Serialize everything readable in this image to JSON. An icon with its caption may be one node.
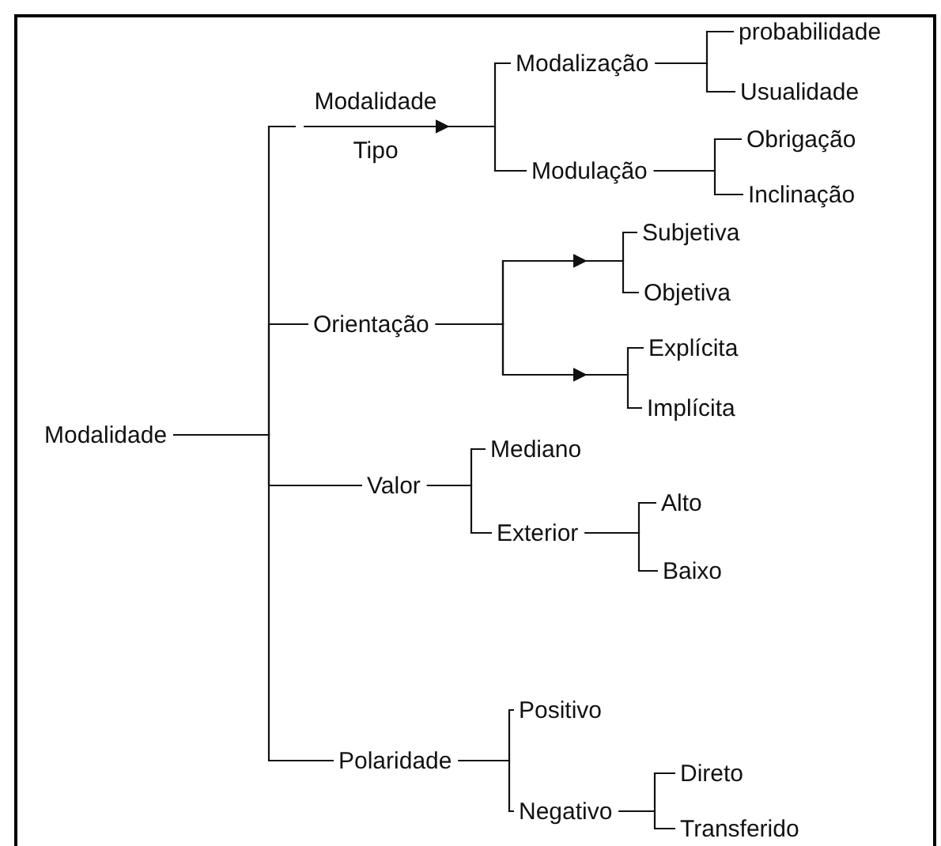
{
  "diagram": {
    "nodes": [
      {
        "text": [
          "Modalidade"
        ]
      },
      {
        "text": [
          "Modalidade",
          "Tipo"
        ]
      },
      {
        "text": [
          "Modalização"
        ]
      },
      {
        "text": [
          "probabilidade"
        ]
      },
      {
        "text": [
          "Usualidade"
        ]
      },
      {
        "text": [
          "Modulação"
        ]
      },
      {
        "text": [
          "Obrigação"
        ]
      },
      {
        "text": [
          "Inclinação"
        ]
      },
      {
        "text": [
          "Orientação"
        ]
      },
      {
        "text": [
          "Subjetiva"
        ]
      },
      {
        "text": [
          "Objetiva"
        ]
      },
      {
        "text": [
          "Explícita"
        ]
      },
      {
        "text": [
          "Implícita"
        ]
      },
      {
        "text": [
          "Valor"
        ]
      },
      {
        "text": [
          "Mediano"
        ]
      },
      {
        "text": [
          "Exterior"
        ]
      },
      {
        "text": [
          "Alto"
        ]
      },
      {
        "text": [
          "Baixo"
        ]
      },
      {
        "text": [
          "Polaridade"
        ]
      },
      {
        "text": [
          "Positivo"
        ]
      },
      {
        "text": [
          "Negativo"
        ]
      },
      {
        "text": [
          "Direto"
        ]
      },
      {
        "text": [
          "Transferido"
        ]
      }
    ],
    "edges": [
      {
        "from": 0,
        "to": 1,
        "arrow": "none"
      },
      {
        "from": 0,
        "to": 8,
        "arrow": "none"
      },
      {
        "from": 0,
        "to": 13,
        "arrow": "none"
      },
      {
        "from": 0,
        "to": 18,
        "arrow": "none"
      },
      {
        "from": 1,
        "to": 2,
        "arrow": "to"
      },
      {
        "from": 1,
        "to": 5,
        "arrow": "to"
      },
      {
        "from": 2,
        "to": 3,
        "arrow": "none"
      },
      {
        "from": 2,
        "to": 4,
        "arrow": "none"
      },
      {
        "from": 5,
        "to": 6,
        "arrow": "none"
      },
      {
        "from": 5,
        "to": 7,
        "arrow": "none"
      },
      {
        "from": 8,
        "to": 9,
        "arrow": "to"
      },
      {
        "from": 8,
        "to": 10,
        "arrow": "to"
      },
      {
        "from": 8,
        "to": 11,
        "arrow": "to"
      },
      {
        "from": 8,
        "to": 12,
        "arrow": "to"
      },
      {
        "from": 13,
        "to": 14,
        "arrow": "none"
      },
      {
        "from": 13,
        "to": 15,
        "arrow": "none"
      },
      {
        "from": 15,
        "to": 16,
        "arrow": "none"
      },
      {
        "from": 15,
        "to": 17,
        "arrow": "none"
      },
      {
        "from": 18,
        "to": 19,
        "arrow": "none"
      },
      {
        "from": 18,
        "to": 20,
        "arrow": "none"
      },
      {
        "from": 20,
        "to": 21,
        "arrow": "none"
      },
      {
        "from": 20,
        "to": 22,
        "arrow": "none"
      }
    ]
  }
}
